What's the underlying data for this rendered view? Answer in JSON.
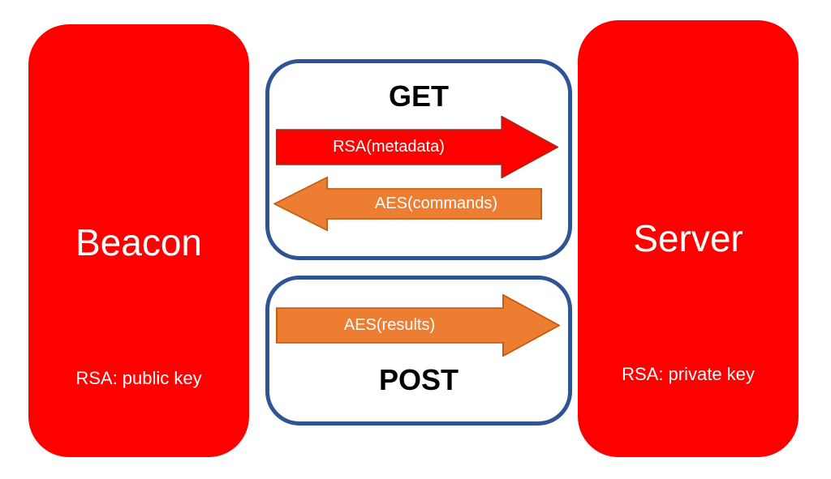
{
  "nodes": {
    "beacon": {
      "title": "Beacon",
      "subtitle": "RSA: public key"
    },
    "server": {
      "title": "Server",
      "subtitle": "RSA: private key"
    }
  },
  "panels": {
    "get": {
      "title": "GET",
      "arrows": [
        {
          "label": "RSA(metadata)",
          "direction": "right",
          "color": "#ff0000"
        },
        {
          "label": "AES(commands)",
          "direction": "left",
          "color": "#ed7d31"
        }
      ]
    },
    "post": {
      "title": "POST",
      "arrows": [
        {
          "label": "AES(results)",
          "direction": "right",
          "color": "#ed7d31"
        }
      ]
    }
  },
  "colors": {
    "node_fill": "#ff0000",
    "panel_border": "#2f5496",
    "red_arrow": "#ff0000",
    "orange_arrow": "#ed7d31"
  }
}
